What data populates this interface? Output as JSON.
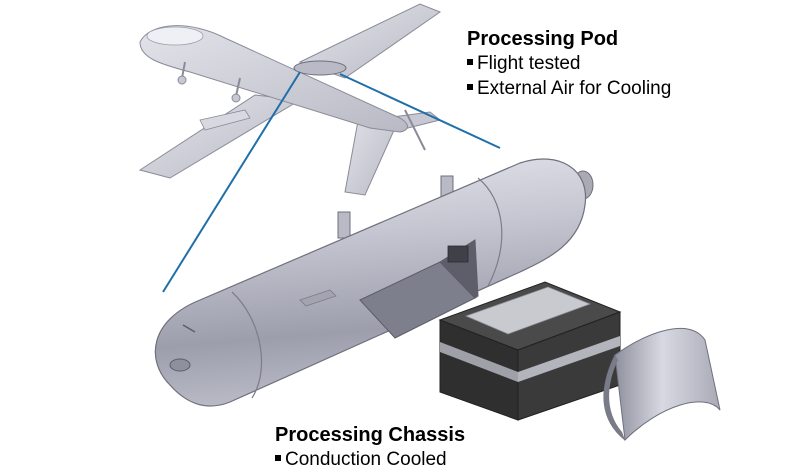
{
  "pod_caption": {
    "title": "Processing Pod",
    "bullets": [
      "Flight tested",
      "External Air for Cooling"
    ]
  },
  "chassis_caption": {
    "title": "Processing Chassis",
    "bullets": [
      "Conduction Cooled"
    ]
  },
  "colors": {
    "leader_line": "#1f6fa8",
    "pod_body": "#c9cad3",
    "chassis_box": "#3a3a3a"
  },
  "icons": [
    "uav-drawing",
    "pod-drawing",
    "chassis-box-drawing",
    "shell-panel-drawing"
  ]
}
